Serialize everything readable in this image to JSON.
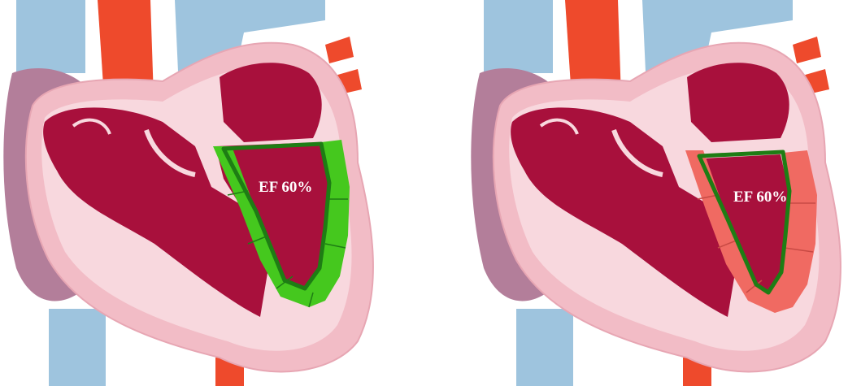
{
  "panels": [
    {
      "id": "left",
      "ef_label": "EF 60%",
      "segment_color": "#45c81e",
      "contour_color": "#1e7d14"
    },
    {
      "id": "right",
      "ef_label": "EF 60%",
      "segment_color": "#f06a62",
      "contour_color": "#1e7d14"
    }
  ],
  "colors": {
    "vein_blue": "#9ec4de",
    "artery_red": "#ee4a2c",
    "atrium_purple": "#b37e9a",
    "wall_pink": "#f2bcc6",
    "wall_light": "#f8d8de",
    "chamber_crimson": "#a8103c",
    "chamber_dark": "#7e0a2c"
  }
}
